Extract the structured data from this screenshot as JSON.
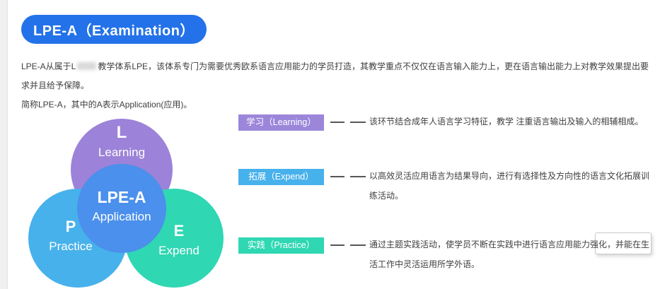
{
  "header": {
    "title": "LPE-A（Examination）",
    "background_color": "#2472e9"
  },
  "intro": {
    "line1_before_redaction": "LPE-A从属于L",
    "line1_after_redaction": "教学体系LPE，该体系专门为需要优秀欧系语言应用能力的学员打造，其教学重点不仅仅在语言输入能力上，更在语言输出能力上对教学效果提出要求并且给予保障。",
    "line2": "简称LPE-A，其中的A表示Application(应用)。"
  },
  "venn": {
    "learning": {
      "letter": "L",
      "label": "Learning",
      "color": "#9c82d8"
    },
    "practice": {
      "letter": "P",
      "label": "Practice",
      "color": "#47b1eb"
    },
    "expend": {
      "letter": "E",
      "label": "Expend",
      "color": "#2fd7b3"
    },
    "center": {
      "letter": "LPE-A",
      "label": "Application",
      "color": "#4a90ec"
    }
  },
  "features": [
    {
      "badge": "学习（Learning）",
      "badge_color": "#9b86da",
      "text": "该环节结合成年人语言学习特征，教学 注重语言输出及输入的相辅相成。"
    },
    {
      "badge": "拓展（Expend）",
      "badge_color": "#47b1eb",
      "text": "以高效灵活应用语言为结果导向，进行有选择性及方向性的语言文化拓展训练活动。"
    },
    {
      "badge": "实践（Practice）",
      "badge_color": "#2fd7b3",
      "text": "通过主题实践活动，使学员不断在实践中进行语言应用能力强化，并能在生活工作中灵活运用所学外语。"
    }
  ]
}
